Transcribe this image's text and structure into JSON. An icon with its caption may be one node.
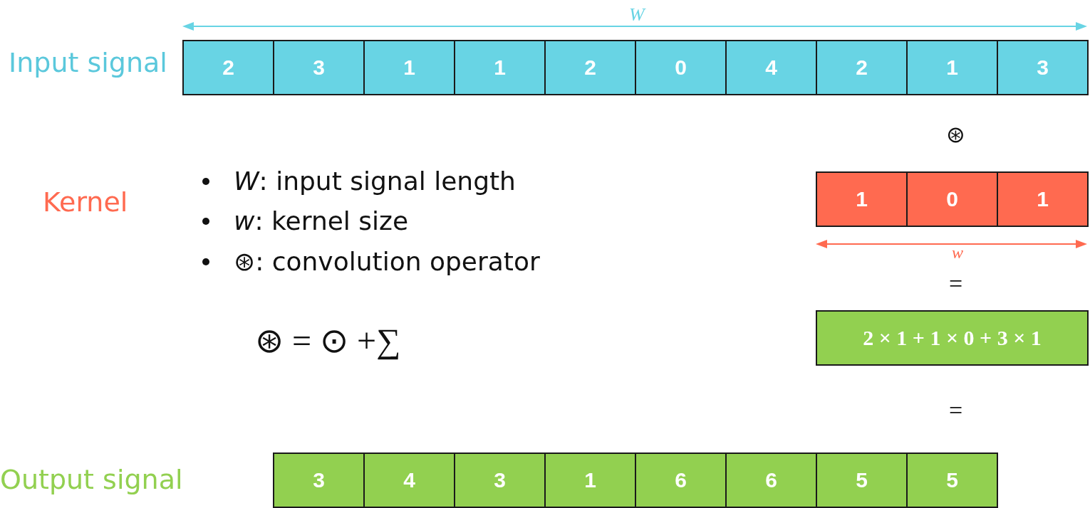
{
  "diagram": {
    "nodes": [
      {
        "text": [
          "2"
        ]
      },
      {
        "text": [
          "3"
        ]
      },
      {
        "text": [
          "1"
        ]
      },
      {
        "text": [
          "1"
        ]
      },
      {
        "text": [
          "2"
        ]
      },
      {
        "text": [
          "0"
        ]
      },
      {
        "text": [
          "4"
        ]
      },
      {
        "text": [
          "2"
        ]
      },
      {
        "text": [
          "1"
        ]
      },
      {
        "text": [
          "3"
        ]
      },
      {
        "text": [
          "1"
        ]
      },
      {
        "text": [
          "0"
        ]
      },
      {
        "text": [
          "1"
        ]
      },
      {
        "text": [
          "2 × 1 + 1 × 0 + 3 × 1"
        ]
      },
      {
        "text": [
          "3"
        ]
      },
      {
        "text": [
          "4"
        ]
      },
      {
        "text": [
          "3"
        ]
      },
      {
        "text": [
          "1"
        ]
      },
      {
        "text": [
          "6"
        ]
      },
      {
        "text": [
          "6"
        ]
      },
      {
        "text": [
          "5"
        ]
      },
      {
        "text": [
          "5"
        ]
      }
    ],
    "edges": [],
    "labels": [
      "W",
      "Input signal",
      "⊛",
      "Kernel",
      "*W*: input signal length",
      "*w*: kernel size",
      "⊛: convolution operator",
      "w",
      "=",
      "⊛ = ⊙ +∑",
      "=",
      "Output signal"
    ]
  }
}
